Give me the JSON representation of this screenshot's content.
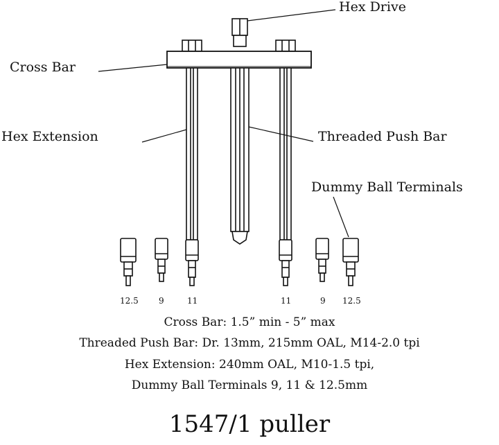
{
  "callouts": {
    "hex_drive": "Hex Drive",
    "cross_bar": "Cross Bar",
    "hex_extension": "Hex Extension",
    "threaded_push_bar": "Threaded Push Bar",
    "dummy_ball_terminals": "Dummy Ball Terminals"
  },
  "terminal_sizes": [
    "12.5",
    "9",
    "11",
    "11",
    "9",
    "12.5"
  ],
  "specs": [
    "Cross Bar: 1.5” min - 5” max",
    "Threaded Push Bar: Dr. 13mm, 215mm OAL, M14-2.0 tpi",
    "Hex Extension: 240mm OAL, M10-1.5 tpi,",
    "Dummy Ball Terminals 9, 11 & 12.5mm"
  ],
  "model": "1547/1 puller"
}
